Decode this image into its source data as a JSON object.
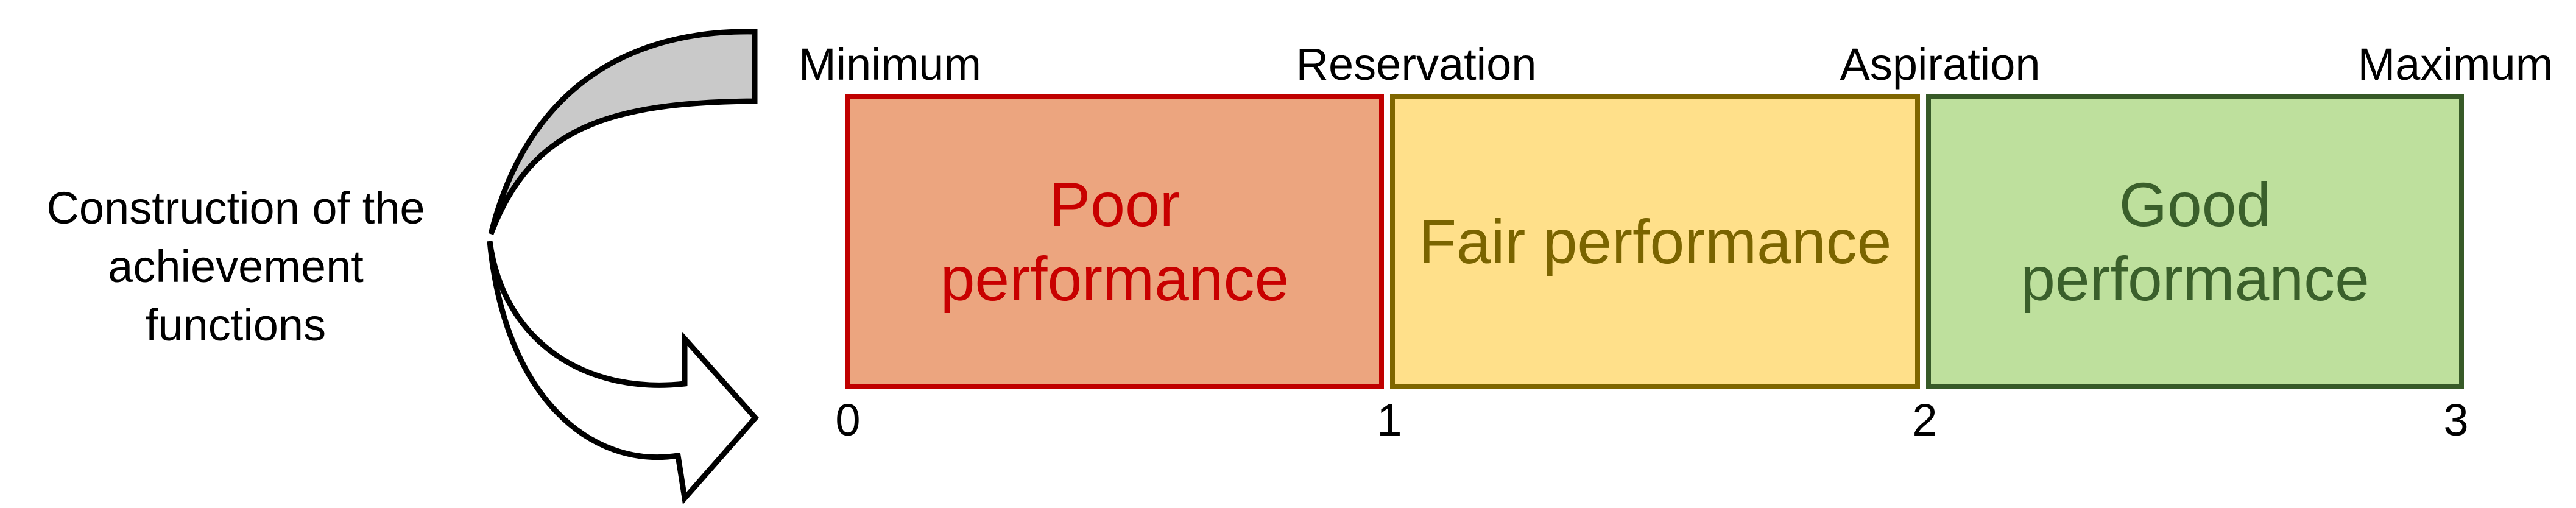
{
  "intro": {
    "text": "Construction of the\nachievement functions"
  },
  "arrow": {
    "band_fill": "#C9C9C9",
    "head_fill": "#FFFFFF",
    "outline_color": "#000000"
  },
  "scale": {
    "top_labels": [
      "Minimum",
      "Reservation",
      "Aspiration",
      "Maximum"
    ],
    "ticks": [
      "0",
      "1",
      "2",
      "3"
    ]
  },
  "bands": [
    {
      "label": "Poor\nperformance",
      "fill": "#ECA57F",
      "border": "#C00000",
      "text_color": "#C80000",
      "from_tick": "0",
      "to_tick": "1",
      "from_threshold": "Minimum",
      "to_threshold": "Reservation"
    },
    {
      "label": "Fair performance",
      "fill": "#FFE08A",
      "border": "#7F6600",
      "text_color": "#7A6400",
      "from_tick": "1",
      "to_tick": "2",
      "from_threshold": "Reservation",
      "to_threshold": "Aspiration"
    },
    {
      "label": "Good\nperformance",
      "fill": "#BEE09D",
      "border": "#375A28",
      "text_color": "#3A5F2B",
      "from_tick": "2",
      "to_tick": "3",
      "from_threshold": "Aspiration",
      "to_threshold": "Maximum"
    }
  ]
}
